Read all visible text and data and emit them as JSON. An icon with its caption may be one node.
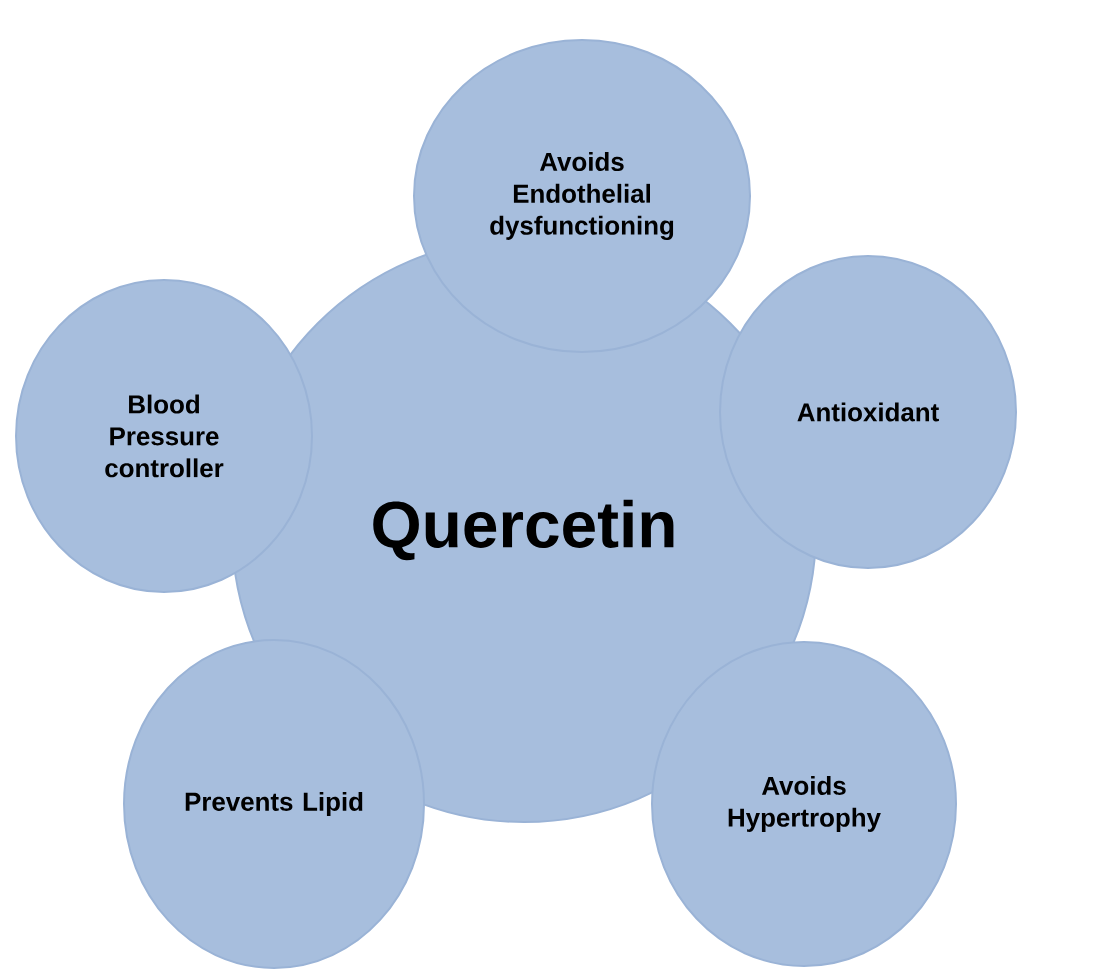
{
  "diagram": {
    "nodes": [
      {
        "text": [
          "Quercetin"
        ]
      },
      {
        "text": [
          "Avoids Endothelial dysfunctioning"
        ]
      },
      {
        "text": [
          "Blood Pressure controller"
        ]
      },
      {
        "text": [
          "Antioxidant"
        ]
      },
      {
        "text": [
          "Prevents Lipid"
        ]
      },
      {
        "text": [
          "Avoids Hypertrophy"
        ]
      }
    ]
  }
}
